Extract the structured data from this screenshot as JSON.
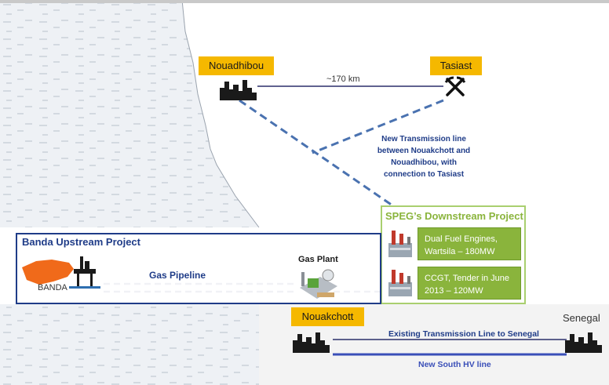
{
  "title": "",
  "places": {
    "nouadhibou": "Nouadhibou",
    "tasiast": "Tasiast",
    "nouakchott": "Nouakchott",
    "senegal": "Senegal"
  },
  "distance_label": "~170 km",
  "transmission_note": {
    "line1": "New Transmission line",
    "line2": "between Nouakchott and",
    "line3": "Nouadhibou, with",
    "line4": "connection to Tasiast"
  },
  "speg": {
    "title": "SPEG’s Downstream Project",
    "item1_line1": "Dual Fuel Engines,",
    "item1_line2": "Wartsila – 180MW",
    "item2_line1": "CCGT, Tender in June",
    "item2_line2": "2013 – 120MW"
  },
  "banda": {
    "title": "Banda Upstream Project",
    "logo_text": "BANDA",
    "gas_pipeline": "Gas Pipeline",
    "gas_plant": "Gas Plant"
  },
  "lines": {
    "existing": "Existing Transmission Line to Senegal",
    "new_south": "New South HV line"
  },
  "colors": {
    "accent_orange": "#f5b800",
    "green": "#8ab43c",
    "navy": "#1f3c88",
    "blue_line": "#3a4fb8",
    "dashed": "#4a72b0"
  },
  "icons": [
    "city-skyline-icon",
    "mine-pickaxe-icon",
    "oil-rig-icon",
    "gas-plant-icon",
    "power-plant-icon"
  ]
}
